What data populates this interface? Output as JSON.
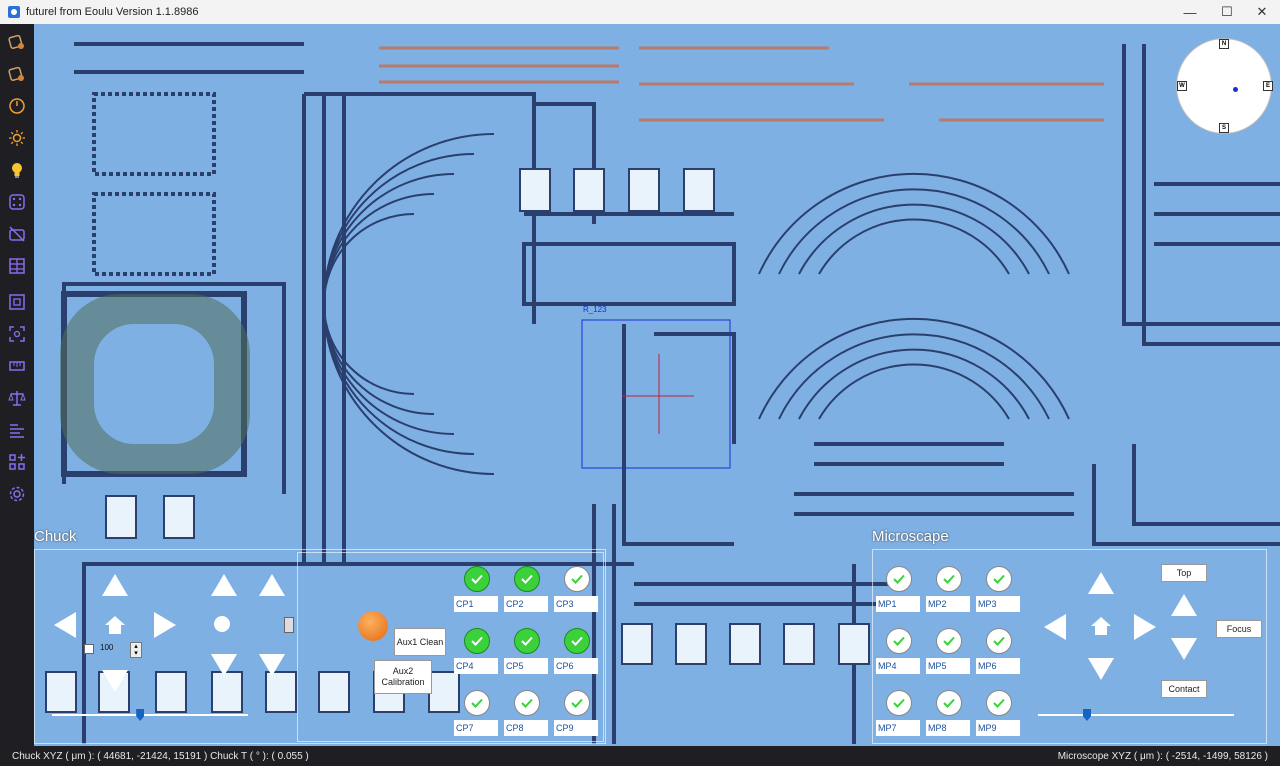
{
  "window": {
    "title": "futurel from Eoulu Version 1.1.8986",
    "minimize": "—",
    "maximize": "☐",
    "close": "✕"
  },
  "sidebar": {
    "items": [
      {
        "name": "wafer-map-icon"
      },
      {
        "name": "wafer-map-2-icon"
      },
      {
        "name": "gauge-icon"
      },
      {
        "name": "brightness-icon"
      },
      {
        "name": "lightbulb-icon"
      },
      {
        "name": "dice-icon"
      },
      {
        "name": "camera-off-icon"
      },
      {
        "name": "grid-layout-icon"
      },
      {
        "name": "target-frame-icon"
      },
      {
        "name": "focus-frame-icon"
      },
      {
        "name": "ruler-icon"
      },
      {
        "name": "balance-icon"
      },
      {
        "name": "list-align-icon"
      },
      {
        "name": "add-widget-icon"
      },
      {
        "name": "settings-icon"
      }
    ]
  },
  "overlay": {
    "roi_label": "R_123"
  },
  "compass": {
    "n": "N",
    "s": "S",
    "e": "E",
    "w": "W"
  },
  "chuck": {
    "title": "Chuck",
    "step_value": "100",
    "aux1_label": "Aux1 Clean",
    "aux2_label": "Aux2 Calibration",
    "slider_value": 0.45,
    "positions": [
      {
        "label": "CP1",
        "checked": true
      },
      {
        "label": "CP2",
        "checked": true
      },
      {
        "label": "CP3",
        "checked": false
      },
      {
        "label": "CP4",
        "checked": true
      },
      {
        "label": "CP5",
        "checked": true
      },
      {
        "label": "CP6",
        "checked": true
      },
      {
        "label": "CP7",
        "checked": false
      },
      {
        "label": "CP8",
        "checked": false
      },
      {
        "label": "CP9",
        "checked": false
      }
    ]
  },
  "microscope": {
    "title": "Microscape",
    "top_label": "Top",
    "focus_label": "Focus",
    "contact_label": "Contact",
    "slider_value": 0.25,
    "positions": [
      {
        "label": "MP1",
        "checked": false
      },
      {
        "label": "MP2",
        "checked": false
      },
      {
        "label": "MP3",
        "checked": false
      },
      {
        "label": "MP4",
        "checked": false
      },
      {
        "label": "MP5",
        "checked": false
      },
      {
        "label": "MP6",
        "checked": false
      },
      {
        "label": "MP7",
        "checked": false
      },
      {
        "label": "MP8",
        "checked": false
      },
      {
        "label": "MP9",
        "checked": false
      }
    ]
  },
  "status": {
    "chuck": "Chuck XYZ ( μm ): ( 44681, -21424, 15191 ) Chuck T ( ° ): ( 0.055 )",
    "microscope": "Microscope XYZ ( μm ): ( -2514, -1499, 58126 )"
  },
  "colors": {
    "image_bg": "#7fb0e4",
    "waveguide": "#2a3f6e",
    "accent": "#1565c0",
    "checked": "#3ad13a"
  }
}
